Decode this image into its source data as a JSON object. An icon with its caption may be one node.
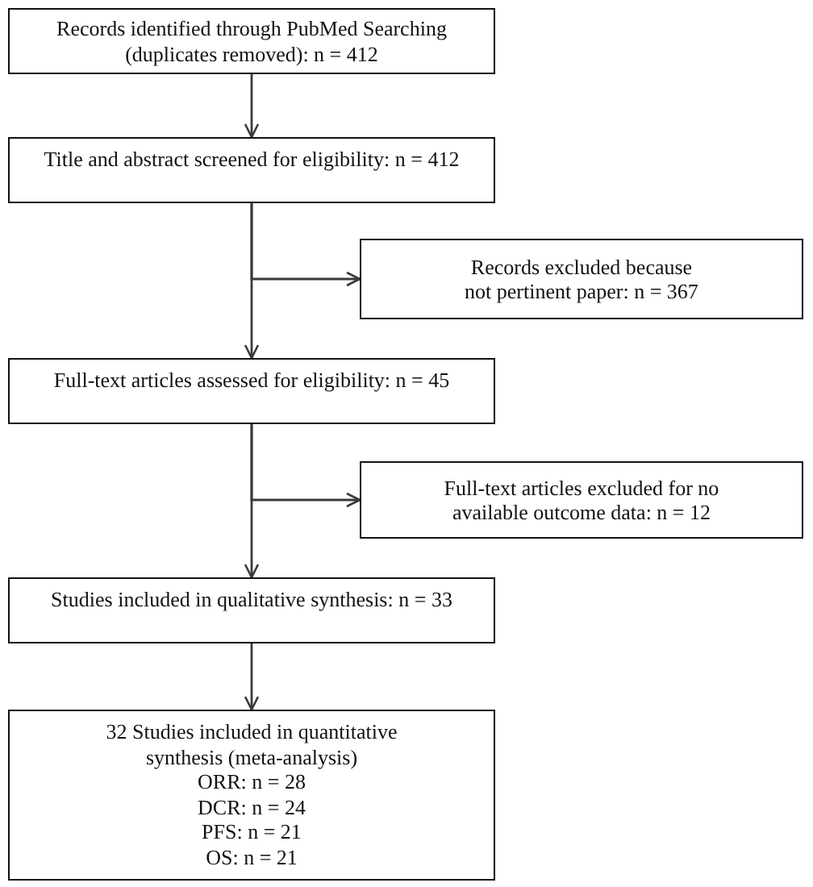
{
  "diagram": {
    "nodes": [
      {
        "text": [
          "Records identified through PubMed Searching (duplicates removed): n = 412"
        ]
      },
      {
        "text": [
          "Title and abstract screened for eligibility: n = 412"
        ]
      },
      {
        "text": [
          "Records excluded because not pertinent paper: n = 367"
        ]
      },
      {
        "text": [
          "Full-text articles assessed for eligibility: n = 45"
        ]
      },
      {
        "text": [
          "Full-text articles excluded for no available outcome data: n = 12"
        ]
      },
      {
        "text": [
          "Studies included in qualitative synthesis: n = 33"
        ]
      },
      {
        "text": [
          "32 Studies included in quantitative synthesis (meta-analysis)",
          "ORR: n = 28",
          "DCR: n = 24",
          "PFS: n = 21",
          "OS: n = 21"
        ]
      }
    ],
    "edges": [
      {
        "from": 0,
        "to": 1,
        "arrow": "to"
      },
      {
        "from": 1,
        "to": 2,
        "arrow": "to"
      },
      {
        "from": 1,
        "to": 3,
        "arrow": "to"
      },
      {
        "from": 3,
        "to": 4,
        "arrow": "to"
      },
      {
        "from": 3,
        "to": 5,
        "arrow": "to"
      },
      {
        "from": 5,
        "to": 6,
        "arrow": "to"
      }
    ]
  }
}
